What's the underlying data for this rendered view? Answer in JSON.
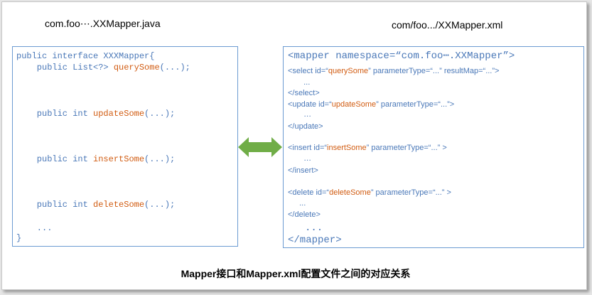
{
  "left_file": {
    "title": "com.foo⋯.XXMapper.java",
    "lines": [
      {
        "pre": "public interface XXXMapper{",
        "method": "",
        "post": ""
      },
      {
        "pre": "    public List<?> ",
        "method": "querySome",
        "post": "(...);"
      },
      {
        "pre": "    public int ",
        "method": "updateSome",
        "post": "(...);"
      },
      {
        "pre": "    public int ",
        "method": "insertSome",
        "post": "(...);"
      },
      {
        "pre": "    public int ",
        "method": "deleteSome",
        "post": "(...);"
      },
      {
        "pre": "    ...",
        "method": "",
        "post": ""
      },
      {
        "pre": "}",
        "method": "",
        "post": ""
      }
    ]
  },
  "right_file": {
    "title": "com/foo.../XXMapper.xml",
    "mapper_open": {
      "pre": "<mapper namespace=“",
      "ns": "com.foo⋯.XXMapper",
      "post": "”>"
    },
    "lines": [
      {
        "pre": "<select id=“",
        "id": "querySome",
        "post": "” parameterType=“...” resultMap=“...”>"
      },
      {
        "pre": "  ...",
        "id": "",
        "post": ""
      },
      {
        "pre": "</select>",
        "id": "",
        "post": ""
      },
      {
        "pre": "<update id=“",
        "id": "updateSome",
        "post": "” parameterType=“...”>"
      },
      {
        "pre": "  …",
        "id": "",
        "post": ""
      },
      {
        "pre": "</update>",
        "id": "",
        "post": ""
      },
      {
        "pre": "<insert id=“",
        "id": "insertSome",
        "post": "” parameterType=“...” >"
      },
      {
        "pre": "  …",
        "id": "",
        "post": ""
      },
      {
        "pre": "</insert>",
        "id": "",
        "post": ""
      },
      {
        "pre": "<delete id=“",
        "id": "deleteSome",
        "post": "” parameterType=“...” >"
      },
      {
        "pre": "  ...",
        "id": "",
        "post": ""
      },
      {
        "pre": "</delete>",
        "id": "",
        "post": ""
      }
    ],
    "ellipsis": "...",
    "mapper_close": "</mapper>"
  },
  "caption": "Mapper接口和Mapper.xml配置文件之间的对应关系",
  "colors": {
    "keyword": "#4a78b8",
    "method": "#d15c12",
    "border": "#6c9bd2",
    "arrow": "#70ad47"
  },
  "icons": {
    "connector": "double-arrow-icon"
  }
}
